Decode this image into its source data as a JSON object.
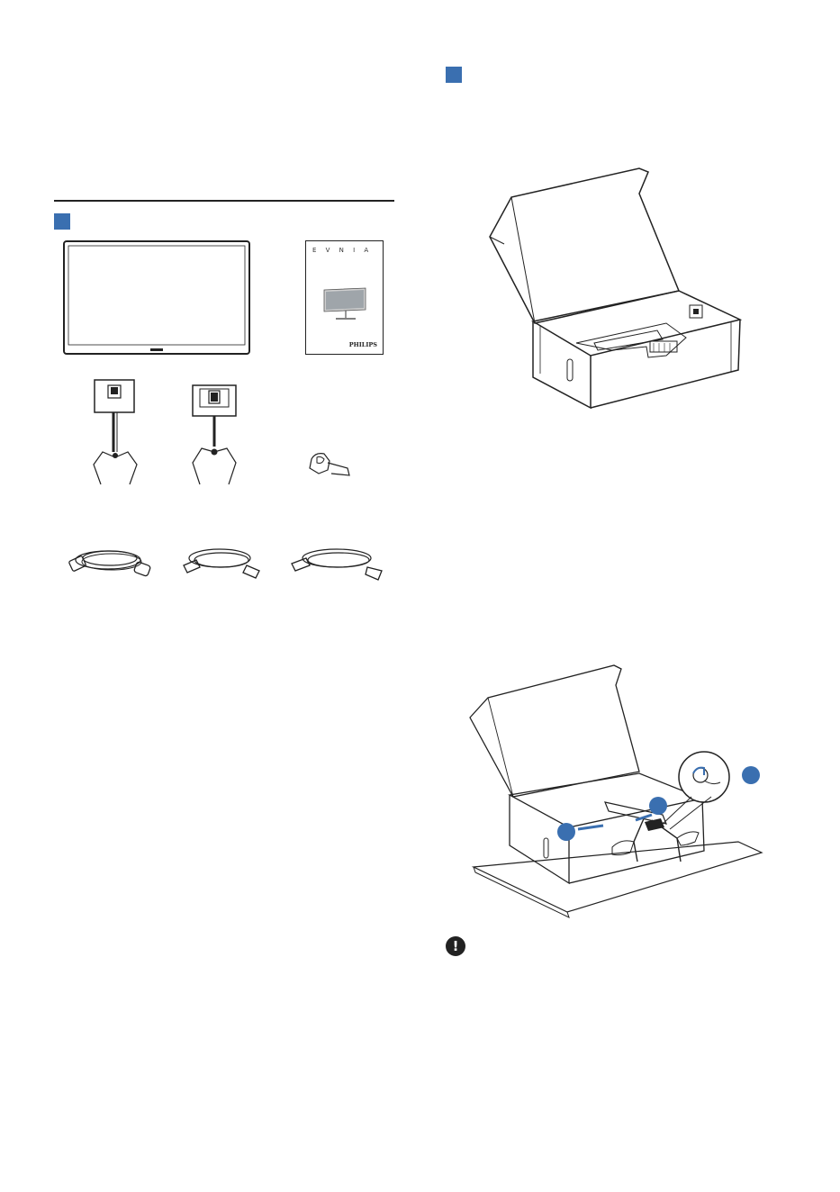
{
  "guide_booklet": {
    "series_wordmark": "E V N I A",
    "brand_name": "PHILIPS"
  },
  "warning": {
    "symbol": "!"
  },
  "colors": {
    "step_marker": "#3a6fb0",
    "line_art": "#222222"
  },
  "icons": {
    "step_marker": "square",
    "callout_badge": "circle",
    "warning": "exclamation-circle"
  }
}
